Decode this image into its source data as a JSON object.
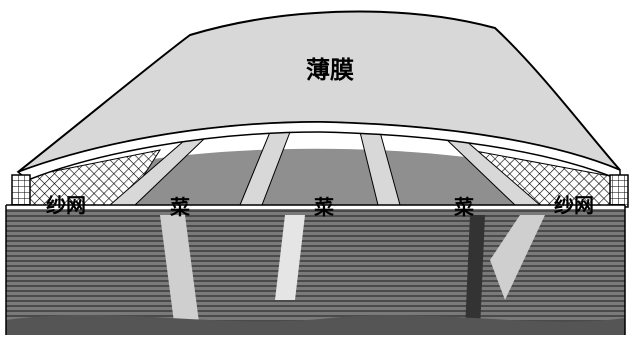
{
  "diagram": {
    "film_label": "薄膜",
    "net_left_label": "纱网",
    "net_right_label": "纱网",
    "veg_labels": [
      "菜",
      "菜",
      "菜"
    ]
  },
  "colors": {
    "film_fill": "#d8d8d8",
    "interior_fill": "#8f8f8f",
    "aisle_fill": "#d8d8d8",
    "outline": "#000000",
    "soil_dark": "#555555"
  }
}
